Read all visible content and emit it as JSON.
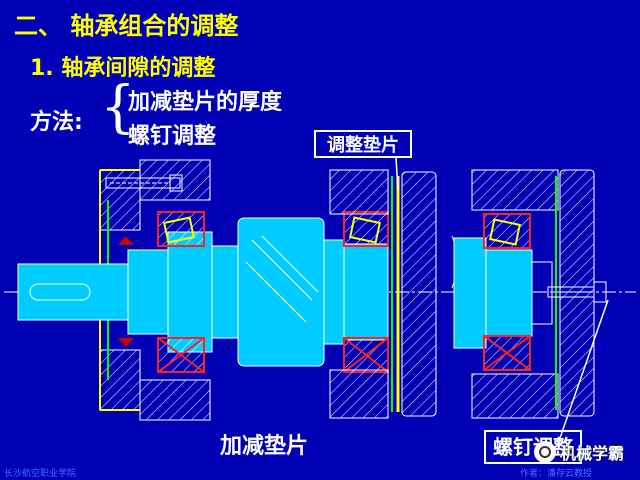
{
  "slide": {
    "section_title": "二、 轴承组合的调整",
    "subtitle": "1. 轴承间隙的调整",
    "method_label": "方法:",
    "methods": [
      "加减垫片的厚度",
      "螺钉调整"
    ],
    "callout_top": "调整垫片",
    "caption_left": "加减垫片",
    "caption_right": "螺钉调整",
    "watermark": "机械学霸",
    "footer_left": "长沙航空职业学院",
    "footer_right": "作者：潘存云教授"
  },
  "colors": {
    "background": "#0000b4",
    "title": "#ffff00",
    "outline": "#ffffff",
    "shaft_fill": "#00ccff",
    "hatch": "#ffffff",
    "bearing": "#ff2020",
    "shim": "#ffff00",
    "seal": "#cc0000",
    "green_line": "#00ff00"
  },
  "icons": [
    "brace-icon",
    "watermark-logo-icon"
  ]
}
